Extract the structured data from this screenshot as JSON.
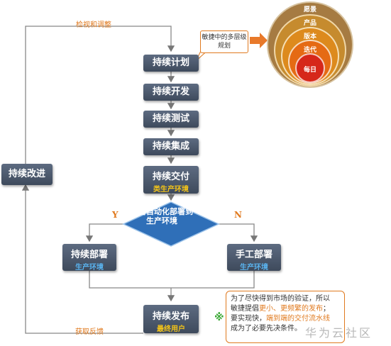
{
  "flow": {
    "plan": "持续计划",
    "develop": "持续开发",
    "test": "持续测试",
    "integrate": "持续集成",
    "deliver": "持续交付",
    "deliver_sub": "类生产环境",
    "decision": "是否自动化部署到生产环境",
    "yes": "Y",
    "no": "N",
    "deploy": "持续部署",
    "deploy_sub": "生产环境",
    "manual": "手工部署",
    "manual_sub": "生产环境",
    "release": "持续发布",
    "release_sub": "最终用户",
    "improve": "持续改进"
  },
  "loop_labels": {
    "top": "检视和调整",
    "bottom": "获取反馈"
  },
  "callout": "敏捷中的多层级规划",
  "rings": [
    "愿景",
    "产品",
    "版本",
    "迭代",
    "每日"
  ],
  "note": {
    "line1": "为了尽快得到市场的验证，所以",
    "line2_a": "敏捷提倡",
    "line2_b": "更小、更频繁的发布",
    "line2_c": "；",
    "line3_a": "要实现快，",
    "line3_b": "端到端的交付流水线",
    "line4": "成为了必要先决条件。"
  },
  "watermark": "华为云社区",
  "colors": {
    "box": "#4a5668",
    "accent": "#e07a1f",
    "diamond": "#2f6fb8",
    "sub_yellow": "#f5c518",
    "sub_blue": "#5ab4f0"
  }
}
